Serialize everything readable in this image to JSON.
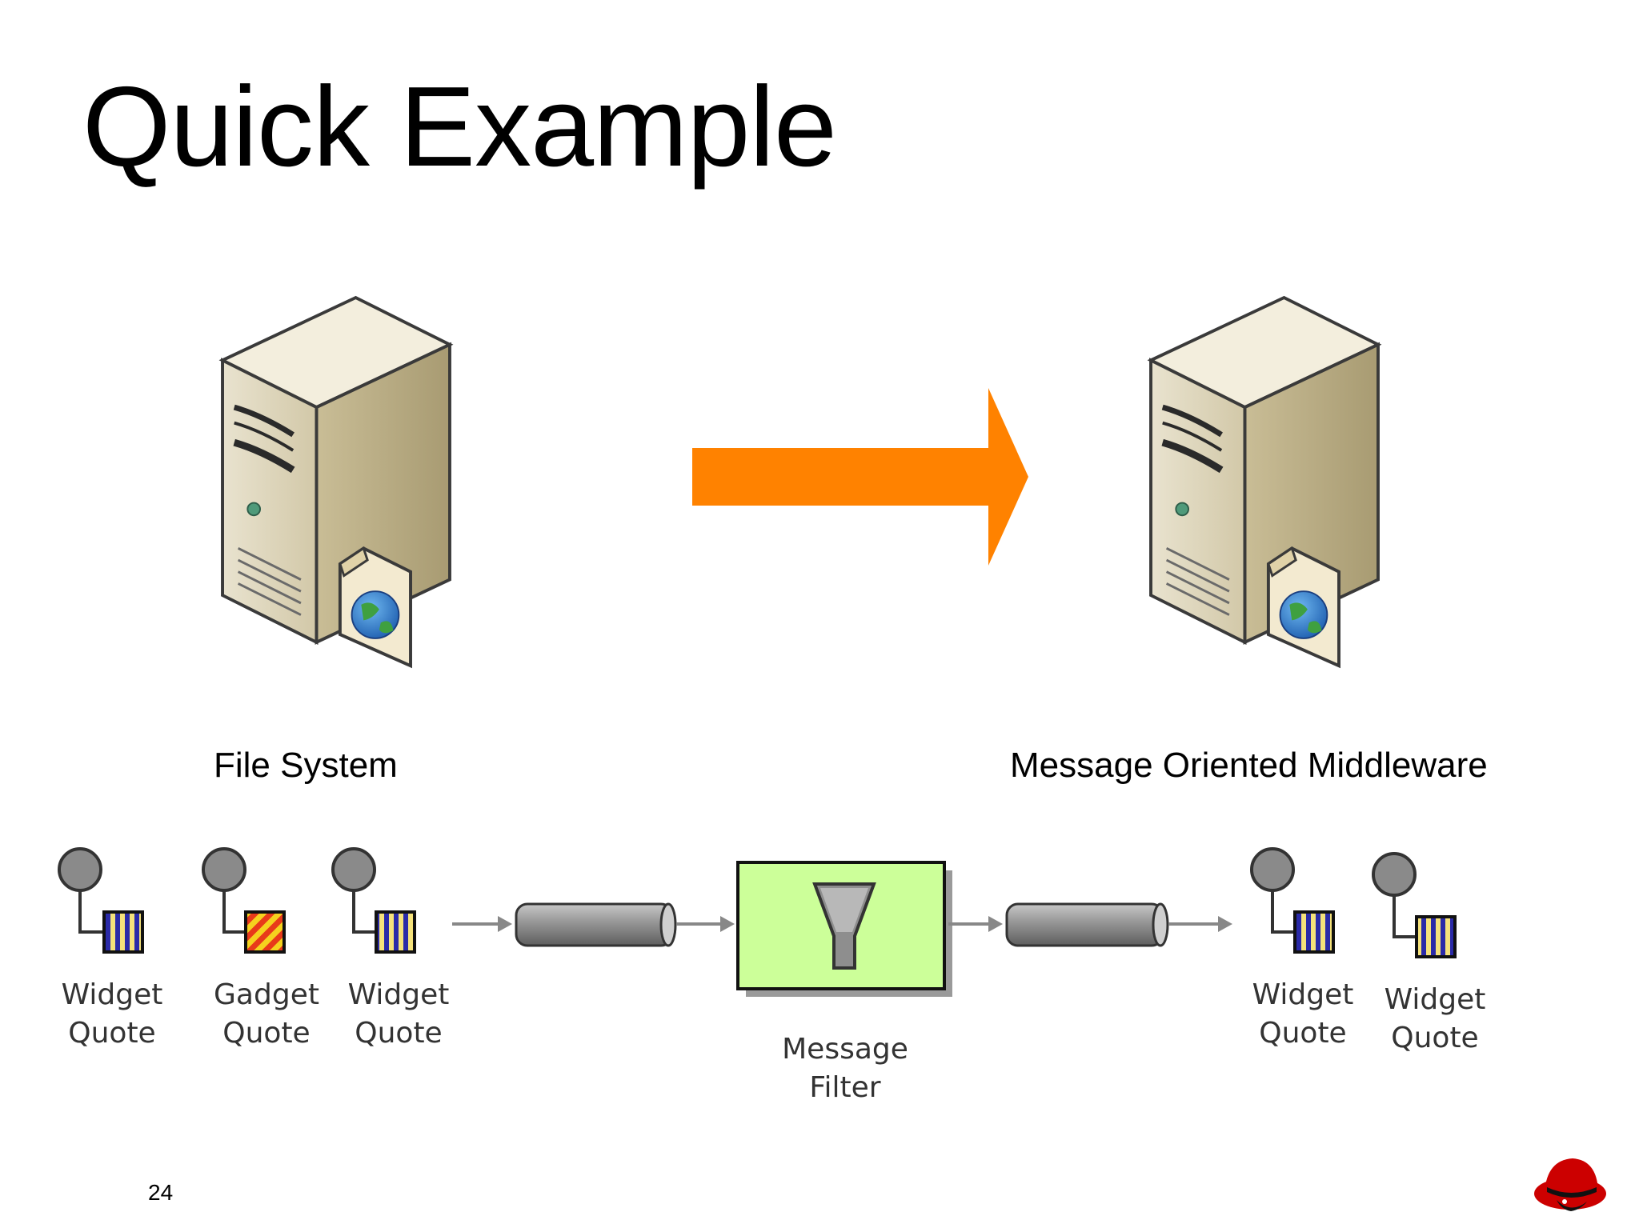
{
  "slide": {
    "title": "Quick Example",
    "page_number": "24"
  },
  "servers": {
    "left_label": "File System",
    "right_label": "Message Oriented Middleware"
  },
  "flow": {
    "arrow_color": "#FF8200",
    "input_messages": [
      {
        "line1": "Widget",
        "line2": "Quote",
        "kind": "widget"
      },
      {
        "line1": "Gadget",
        "line2": "Quote",
        "kind": "gadget"
      },
      {
        "line1": "Widget",
        "line2": "Quote",
        "kind": "widget"
      }
    ],
    "filter": {
      "line1": "Message",
      "line2": "Filter",
      "color": "#CCFF99"
    },
    "output_messages": [
      {
        "line1": "Widget",
        "line2": "Quote",
        "kind": "widget"
      },
      {
        "line1": "Widget",
        "line2": "Quote",
        "kind": "widget"
      }
    ]
  },
  "colors": {
    "widget_fill": "#F5E27A",
    "widget_stripe": "#2A2AA8",
    "gadget_fill": "#F5D21E",
    "gadget_stripe": "#E83A1A"
  }
}
